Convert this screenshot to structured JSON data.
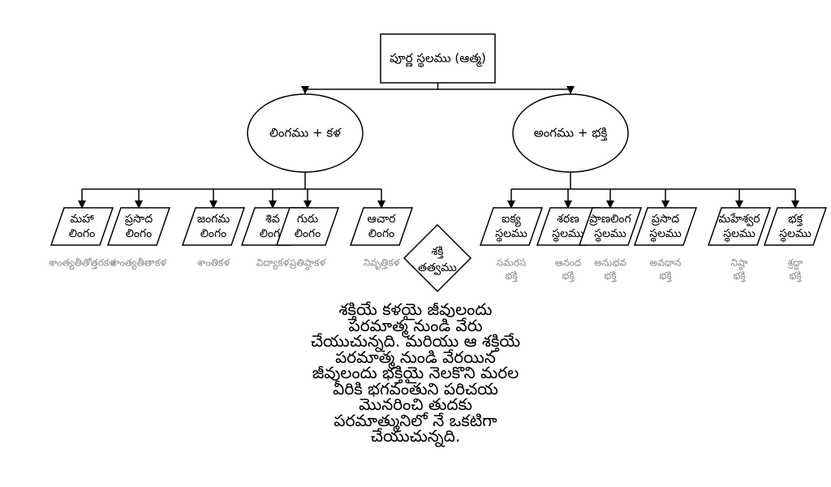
{
  "root": "పూర్ణ స్థలము (ఆత్మ)",
  "left_ellipse": "లింగము + కళ",
  "right_ellipse": "అంగము + భక్తి",
  "center_diamond": [
    "శక్తి",
    "తత్వము"
  ],
  "left_items": [
    {
      "lines": [
        "మహా",
        "లింగం"
      ],
      "label": "శాంత్యతీతోత్తరకళ"
    },
    {
      "lines": [
        "ప్రసాద",
        "లింగం"
      ],
      "label": "శాంత్యతీతాకళ"
    },
    {
      "lines": [
        "జంగమ",
        "లింగం"
      ],
      "label": "శాంతికళ"
    },
    {
      "lines": [
        "శివ",
        "లింగం"
      ],
      "label": "విద్యాకళ"
    },
    {
      "lines": [
        "గురు",
        "లింగం"
      ],
      "label": "ప్రతిష్ఠాకళ"
    },
    {
      "lines": [
        "ఆచార",
        "లింగం"
      ],
      "label": "నివృత్తికళ"
    }
  ],
  "right_items": [
    {
      "lines": [
        "ఐక్య",
        "స్థలము"
      ],
      "label": [
        "సమరస",
        "భక్తి"
      ]
    },
    {
      "lines": [
        "శరణ",
        "స్థలము"
      ],
      "label": [
        "ఆనంద",
        "భక్తి"
      ]
    },
    {
      "lines": [
        "ప్రాణలింగ",
        "స్థలము"
      ],
      "label": [
        "అనుభవ",
        "భక్తి"
      ]
    },
    {
      "lines": [
        "ప్రసాద",
        "స్థలము"
      ],
      "label": [
        "అవధాన",
        "భక్తి"
      ]
    },
    {
      "lines": [
        "మహేశ్వర",
        "స్థలము"
      ],
      "label": [
        "నిష్ఠా",
        "భక్తి"
      ]
    },
    {
      "lines": [
        "భక్త",
        "స్థలము"
      ],
      "label": [
        "శ్రద్ధా",
        "భక్తి"
      ]
    }
  ],
  "paragraph": [
    "శక్తియే కళయై జీవులందు",
    "పరమాత్మ నుండి వేరు",
    "చేయుచున్నది. మరియు ఆ శక్తియే",
    "పరమాత్మ నుండి వేరయిన",
    "జీవులందు భక్తియై నెలకొని మరల",
    "వీరికి భగవంతుని పరిచయ",
    "మొనరించి తుదకు",
    "పరమాత్మునిలో నే ఒకటిగా",
    "చేయుచున్నది."
  ]
}
